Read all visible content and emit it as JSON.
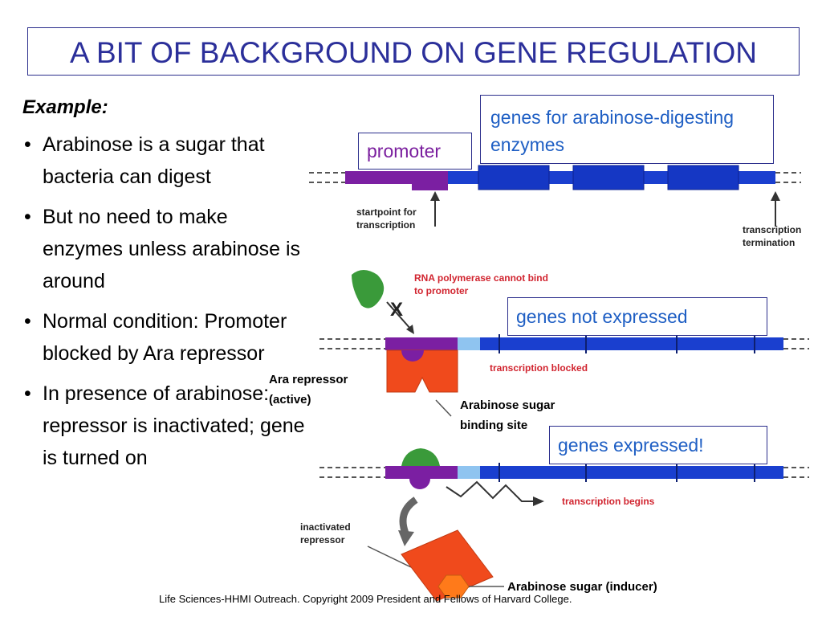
{
  "title": "A BIT OF BACKGROUND ON GENE REGULATION",
  "example_heading": "Example:",
  "bullets": [
    "Arabinose is a sugar that bacteria can digest",
    "But no need to make enzymes unless arabinose is around",
    "Normal condition: Promoter blocked by Ara repressor",
    "In presence of arabinose: repressor is inactivated; gene is turned on"
  ],
  "diagram": {
    "genes_box": "genes for arabinose-digesting enzymes",
    "promoter": "promoter",
    "startpoint": "startpoint for transcription",
    "termination": "transcription termination",
    "rna_poly_note": "RNA polymerase cannot bind to promoter",
    "x_mark": "X",
    "not_expressed": "genes not expressed",
    "transcription_blocked": "transcription blocked",
    "ara_repressor": "Ara repressor (active)",
    "binding_site": "Arabinose sugar binding site",
    "expressed": "genes expressed!",
    "transcription_begins": "transcription begins",
    "inactivated_repressor": "inactivated repressor",
    "inducer": "Arabinose sugar (inducer)"
  },
  "footer": "Life Sciences-HHMI Outreach. Copyright 2009 President and Fellows of Harvard College.",
  "colors": {
    "title": "#2b2f9a",
    "dna_blue": "#1a3fcf",
    "gene_block": "#1537c4",
    "promoter_purple": "#7b1fa2",
    "repressor_red": "#f04a1c",
    "polymerase_green": "#3a9a3a",
    "binding_site_lightblue": "#8fc4f0",
    "label_blue": "#1f5fc4",
    "label_red": "#d1242f",
    "inducer_orange": "#ff7a1a"
  }
}
